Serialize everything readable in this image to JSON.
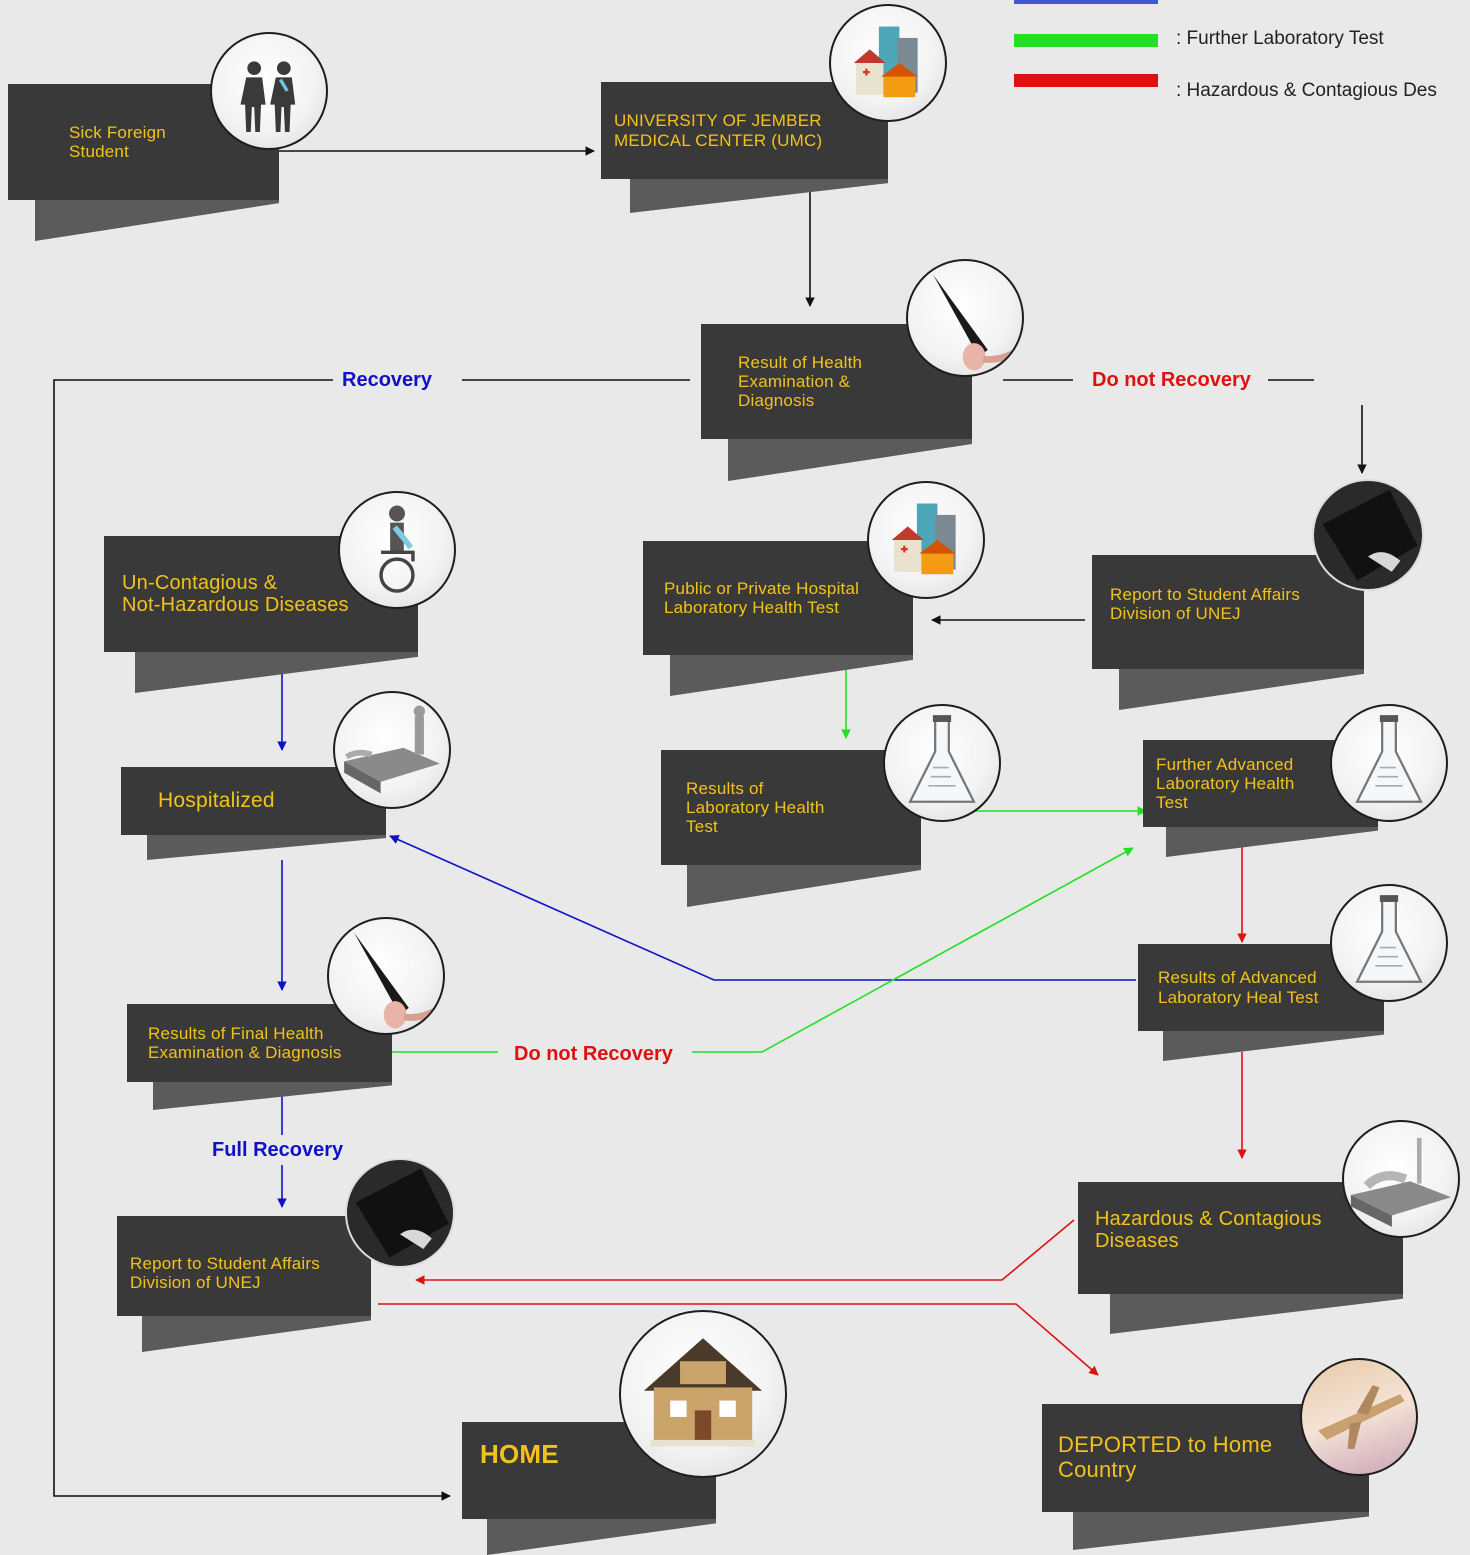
{
  "colors": {
    "box": "#393939",
    "box_shadow": "#5b5b5b",
    "box_text": "#f2c21a",
    "blue": "#1010c8",
    "green": "#22e022",
    "red": "#e01010",
    "black": "#111111"
  },
  "legend": {
    "green_label": ": Further Laboratory Test",
    "red_label": ": Hazardous & Contagious Des"
  },
  "nodes": {
    "sick_student": {
      "text": "Sick Foreign\nStudent",
      "icon": "people-icon"
    },
    "umc": {
      "text": "UNIVERSITY OF JEMBER\nMEDICAL CENTER (UMC)",
      "icon": "hospital-icon"
    },
    "result_health": {
      "text": "Result of  Health\nExamination &\nDiagnosis",
      "icon": "pen-icon"
    },
    "uncontagious": {
      "text": "Un-Contagious &\nNot-Hazardous Diseases",
      "icon": "wheelchair-icon"
    },
    "public_hospital": {
      "text": "Public or Private Hospital\nLaboratory Health Test",
      "icon": "hospital-icon"
    },
    "report_unej_top": {
      "text": "Report to  Student Affairs\nDivision of UNEJ",
      "icon": "report-icon"
    },
    "hospitalized": {
      "text": "Hospitalized",
      "icon": "bed-icon"
    },
    "results_lab": {
      "text": "Results of\nLaboratory Health\nTest",
      "icon": "flask-icon"
    },
    "further_advanced": {
      "text": "Further Advanced\nLaboratory Health\nTest",
      "icon": "flask-icon"
    },
    "results_advanced": {
      "text": "Results of Advanced\nLaboratory Heal Test",
      "icon": "flask-icon"
    },
    "results_final": {
      "text": "Results of Final Health\nExamination & Diagnosis",
      "icon": "pen-icon"
    },
    "hazardous": {
      "text": "Hazardous & Contagious\nDiseases",
      "icon": "patient-bed-icon"
    },
    "report_unej_bottom": {
      "text": "Report to Student Affairs\nDivision of UNEJ",
      "icon": "report-icon"
    },
    "home": {
      "text": "HOME",
      "icon": "house-icon"
    },
    "deported": {
      "text": "DEPORTED  to Home\nCountry",
      "icon": "airplane-icon"
    }
  },
  "labels": {
    "recovery": "Recovery",
    "do_not_recovery_top": "Do not Recovery",
    "do_not_recovery_mid": "Do not Recovery",
    "full_recovery": "Full Recovery"
  }
}
